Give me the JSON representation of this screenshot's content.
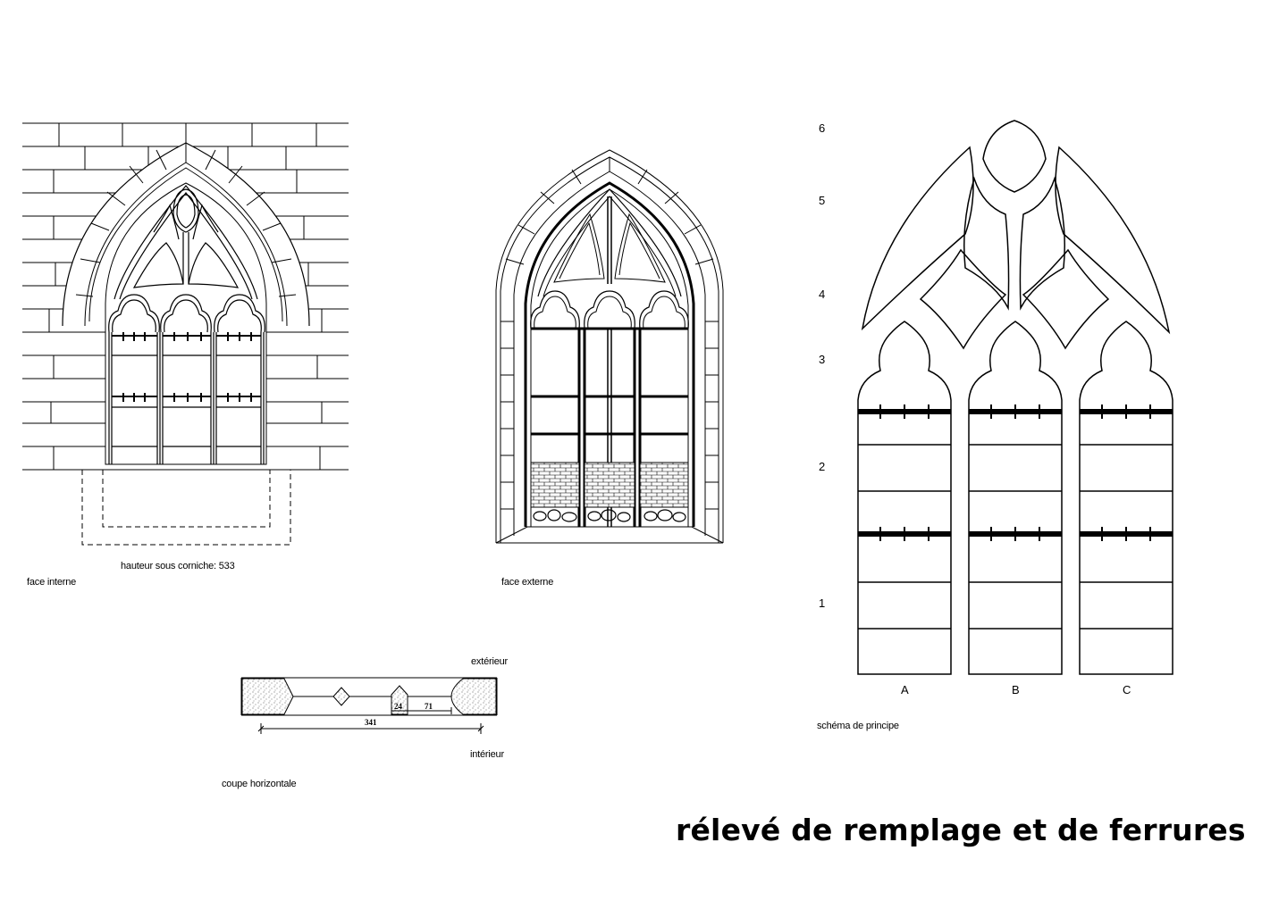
{
  "title": "rélevé de remplage et de ferrures",
  "views": {
    "interior": {
      "label": "face interne",
      "caption": "hauteur sous corniche: 533"
    },
    "exterior": {
      "label": "face externe"
    },
    "section": {
      "label": "coupe horizontale",
      "outside": "extérieur",
      "inside": "intérieur",
      "dims": {
        "total": "341",
        "mullion": "24",
        "bay": "71"
      }
    },
    "schema": {
      "label": "schéma de principe",
      "rows": [
        "6",
        "5",
        "4",
        "3",
        "2",
        "1"
      ],
      "columns": [
        "A",
        "B",
        "C"
      ]
    }
  },
  "colors": {
    "ink": "#000000",
    "paper": "#ffffff",
    "stone_hatch": "#888888"
  }
}
